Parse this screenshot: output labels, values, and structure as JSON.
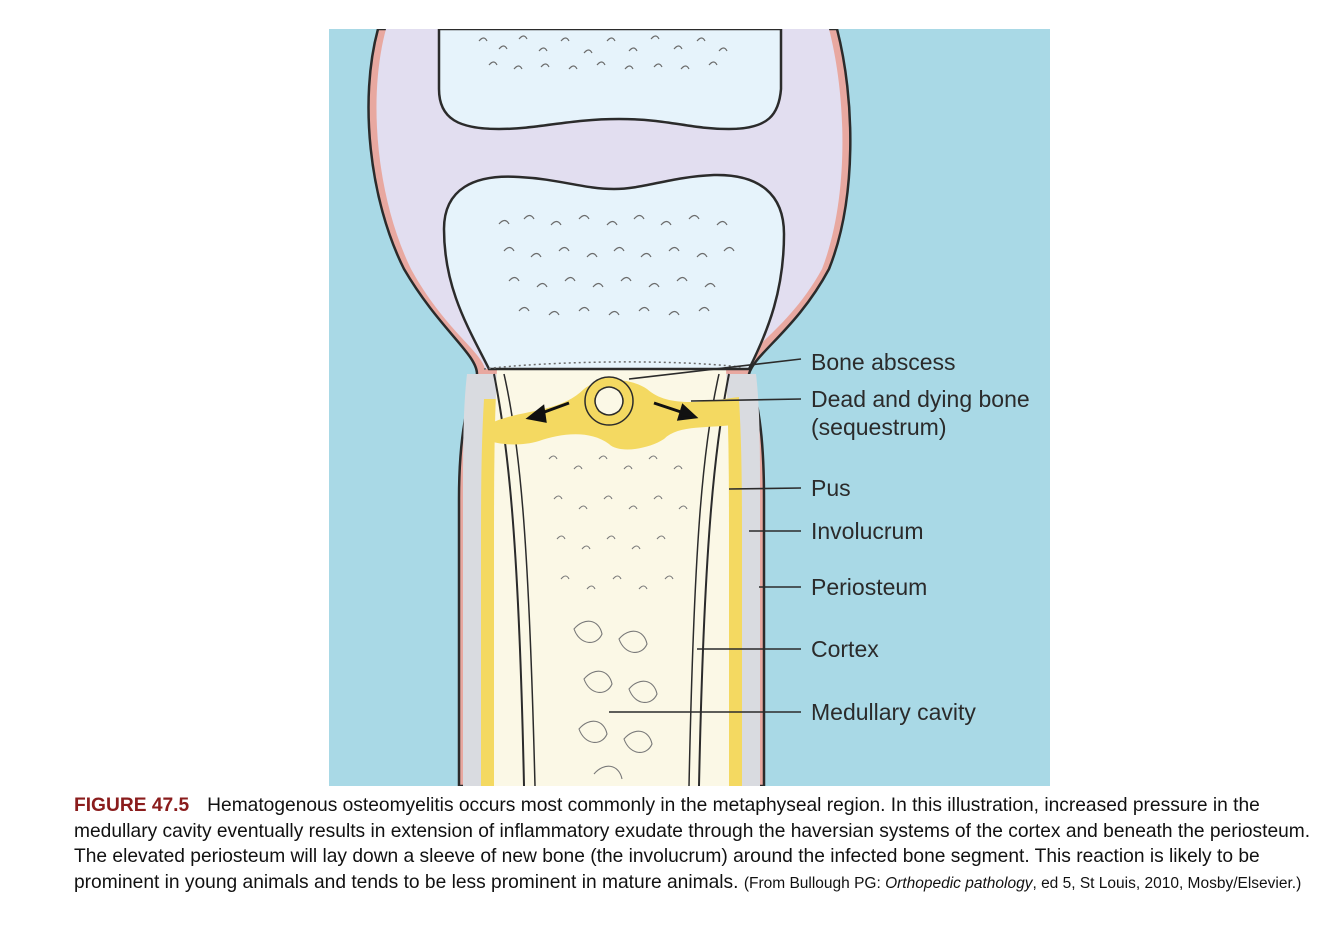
{
  "diagram": {
    "labels": [
      "Bone abscess",
      "Dead and dying bone",
      "(sequestrum)",
      "Pus",
      "Involucrum",
      "Periosteum",
      "Cortex",
      "Medullary cavity"
    ],
    "colors": {
      "background": "#a9d9e6",
      "cartilage": "#e2def0",
      "ossification_center": "#e6f3fb",
      "metaphysis_fill": "#fbf8e6",
      "pus": "#f4d961",
      "periosteum": "#e8a8a0",
      "involucrum": "#d9dbe0",
      "outline": "#2b2b2b"
    }
  },
  "caption": {
    "figure_label": "FIGURE 47.5",
    "text": "Hematogenous osteomyelitis occurs most commonly in the metaphyseal region. In this illustration, increased pressure in the medullary cavity eventually results in extension of inflammatory exudate through the haversian systems of the cortex and beneath the periosteum. The elevated periosteum will lay down a sleeve of new bone (the involucrum) around the infected bone segment. This reaction is likely to be prominent in young animals and tends to be less prominent in mature animals.",
    "credit_prefix": "(From Bullough PG:",
    "credit_title": "Orthopedic pathology",
    "credit_suffix": ", ed 5, St Louis, 2010, Mosby/Elsevier.)"
  }
}
